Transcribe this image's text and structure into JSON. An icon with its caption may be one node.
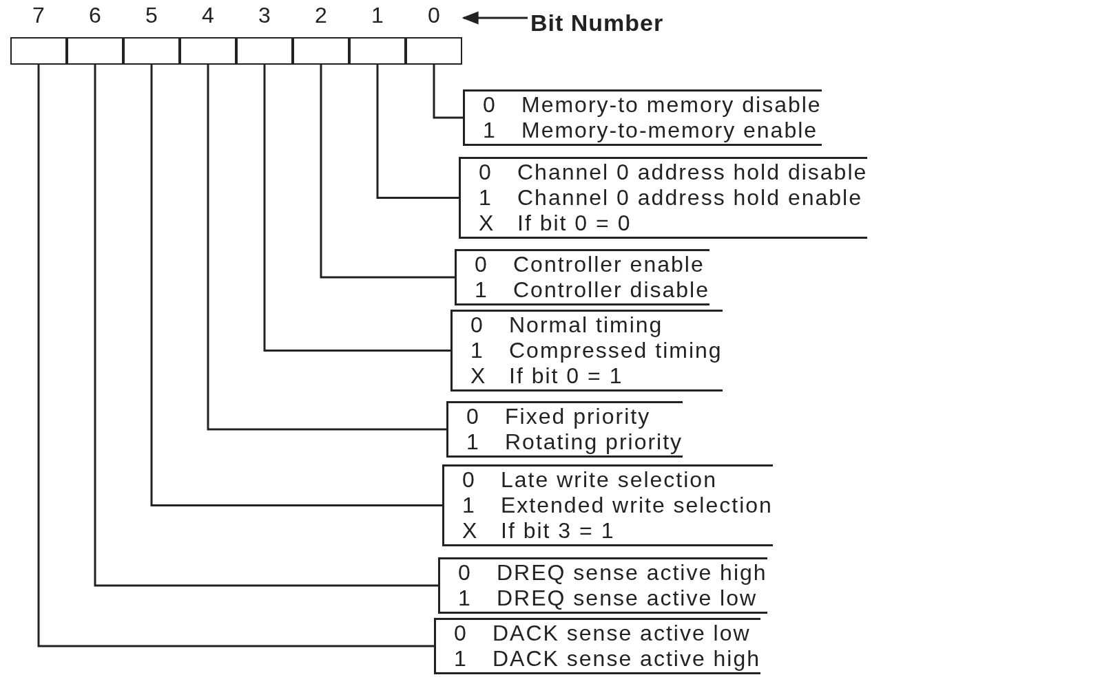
{
  "diagram": {
    "nodes": [
      {
        "text": [
          "7"
        ]
      },
      {
        "text": [
          "6"
        ]
      },
      {
        "text": [
          "5"
        ]
      },
      {
        "text": [
          "4"
        ]
      },
      {
        "text": [
          "3"
        ]
      },
      {
        "text": [
          "2"
        ]
      },
      {
        "text": [
          "1"
        ]
      },
      {
        "text": [
          "0"
        ]
      },
      {
        "text": [
          "Bit Number"
        ]
      },
      {
        "text": [
          "0",
          "Memory-to memory disable",
          "1",
          "Memory-to-memory enable"
        ]
      },
      {
        "text": [
          "0",
          "Channel 0 address hold disable",
          "1",
          "Channel 0 address hold enable",
          "X",
          "If bit 0 = 0"
        ]
      },
      {
        "text": [
          "0",
          "Controller enable",
          "1",
          "Controller disable"
        ]
      },
      {
        "text": [
          "0",
          "Normal timing",
          "1",
          "Compressed timing",
          "X",
          "If bit 0 = 1"
        ]
      },
      {
        "text": [
          "0",
          "Fixed priority",
          "1",
          "Rotating priority"
        ]
      },
      {
        "text": [
          "0",
          "Late write selection",
          "1",
          "Extended write selection",
          "X",
          "If bit 3 = 1"
        ]
      },
      {
        "text": [
          "0",
          "DREQ sense active high",
          "1",
          "DREQ sense active low"
        ]
      },
      {
        "text": [
          "0",
          "DACK sense active low",
          "1",
          "DACK sense active high"
        ]
      }
    ],
    "edges": [
      {
        "from": 8,
        "to": 7,
        "arrow": "to"
      },
      {
        "from": 7,
        "to": 9,
        "arrow": "none"
      },
      {
        "from": 6,
        "to": 10,
        "arrow": "none"
      },
      {
        "from": 5,
        "to": 11,
        "arrow": "none"
      },
      {
        "from": 4,
        "to": 12,
        "arrow": "none"
      },
      {
        "from": 3,
        "to": 13,
        "arrow": "none"
      },
      {
        "from": 2,
        "to": 14,
        "arrow": "none"
      },
      {
        "from": 1,
        "to": 15,
        "arrow": "none"
      },
      {
        "from": 0,
        "to": 16,
        "arrow": "none"
      }
    ]
  }
}
